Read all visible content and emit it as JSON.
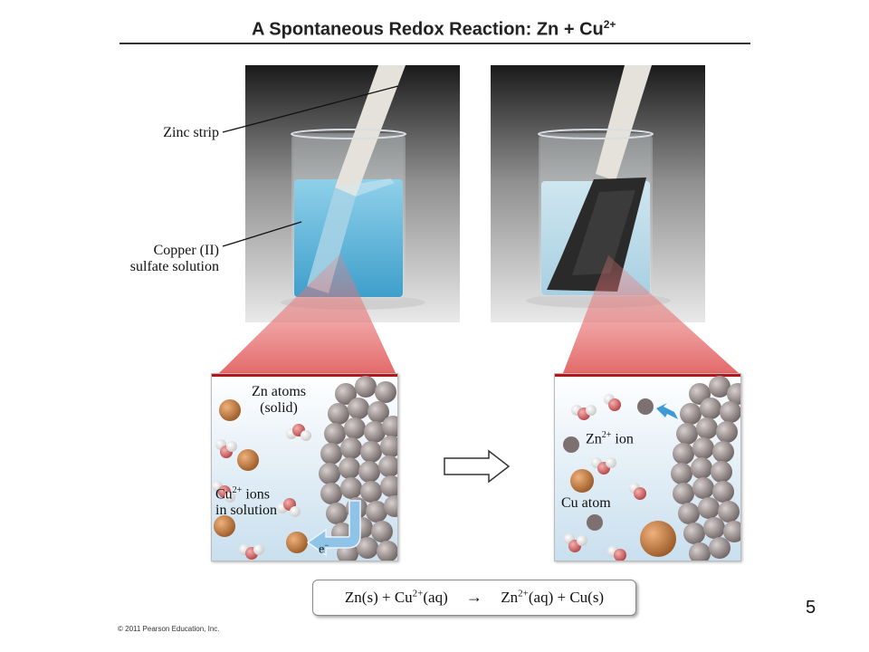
{
  "title": {
    "main": "A Spontaneous Redox Reaction: Zn + Cu",
    "sup": "2+"
  },
  "labels": {
    "zinc_strip": "Zinc strip",
    "copper_solution_line1": "Copper (II)",
    "copper_solution_line2": "sulfate solution",
    "zn_atoms_line1": "Zn atoms",
    "zn_atoms_line2": "(solid)",
    "cu_ions_base": "Cu",
    "cu_ions_sup": "2+",
    "cu_ions_rest": " ions",
    "cu_ions_line2": "in solution",
    "electron": "e",
    "electron_sup": "−",
    "zn_ion_base": "Zn",
    "zn_ion_sup": "2+",
    "zn_ion_rest": " ion",
    "cu_atom": "Cu atom"
  },
  "equation": {
    "reactant1": "Zn(s) + Cu",
    "reactant1_sup": "2+",
    "reactant2": "(aq)",
    "arrow": "→",
    "product1": "Zn",
    "product1_sup": "2+",
    "product1_rest": "(aq) + Cu(s)"
  },
  "page_number": "5",
  "copyright": "© 2011 Pearson Education, Inc.",
  "colors": {
    "solution_blue": "#5fb3d6",
    "copper": "#c07a43",
    "zinc": "#a19594",
    "pointer_red": "#e87a7a",
    "panel_top_line": "#b5161c"
  }
}
